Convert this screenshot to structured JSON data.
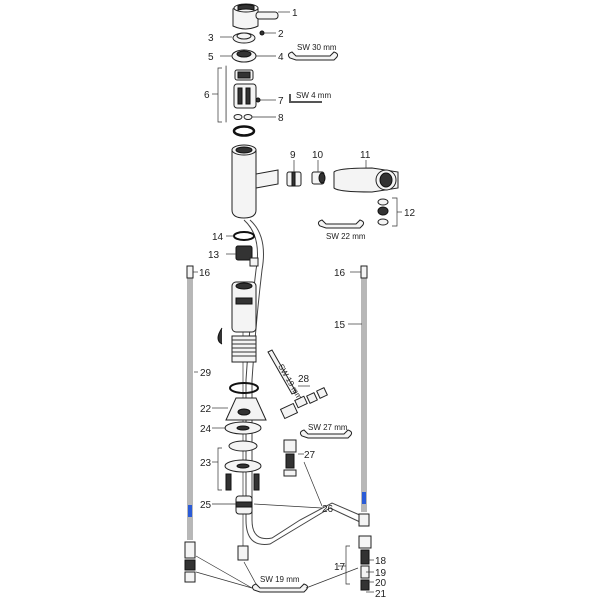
{
  "callouts": [
    "1",
    "2",
    "3",
    "4",
    "5",
    "6",
    "7",
    "8",
    "9",
    "10",
    "11",
    "12",
    "13",
    "14",
    "15",
    "16",
    "16",
    "17",
    "18",
    "19",
    "20",
    "21",
    "22",
    "23",
    "24",
    "25",
    "26",
    "27",
    "28",
    "29"
  ],
  "tools": {
    "sw30": "SW 30 mm",
    "sw4": "SW 4 mm",
    "sw22": "SW 22 mm",
    "sw19a": "SW 19 mm",
    "sw27": "SW 27 mm",
    "sw19b": "SW 19 mm"
  },
  "colors": {
    "line": "#222222",
    "accent_blue": "#2a5bd7",
    "hose": "#888888"
  }
}
